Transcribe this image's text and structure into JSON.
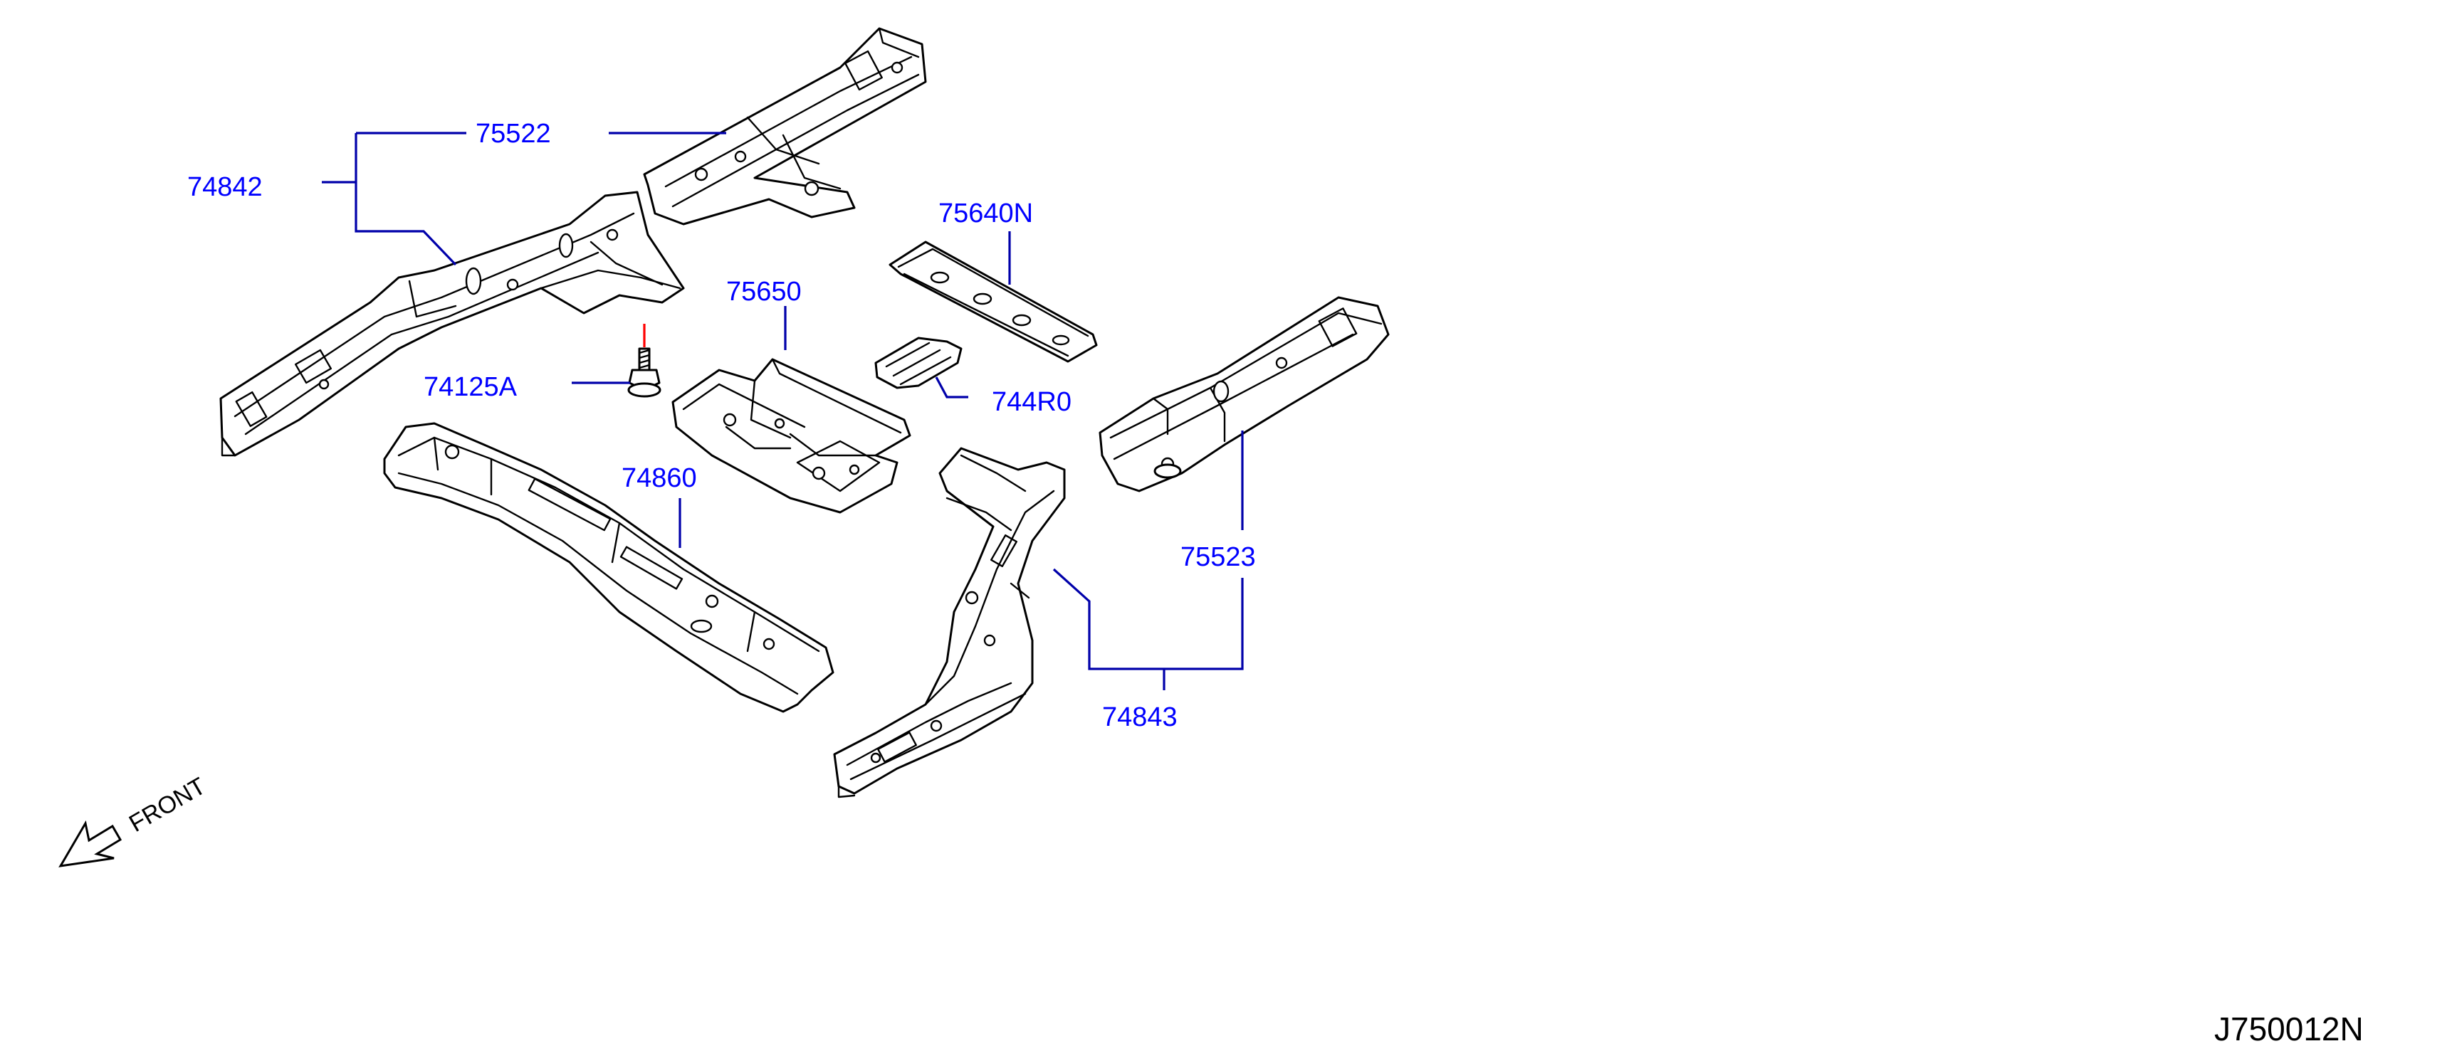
{
  "diagram": {
    "reference_code": "J750012N",
    "orientation_label": "FRONT",
    "colors": {
      "label": "#0000ff",
      "leader": "#0000aa",
      "fastener_leader": "#ff0000",
      "outline": "#000000"
    },
    "parts": [
      {
        "id": "p75522",
        "number": "75522"
      },
      {
        "id": "p74842",
        "number": "74842"
      },
      {
        "id": "p75640N",
        "number": "75640N"
      },
      {
        "id": "p75650",
        "number": "75650"
      },
      {
        "id": "p744R0",
        "number": "744R0"
      },
      {
        "id": "p74125A",
        "number": "74125A"
      },
      {
        "id": "p74860",
        "number": "74860"
      },
      {
        "id": "p75523",
        "number": "75523"
      },
      {
        "id": "p74843",
        "number": "74843"
      }
    ]
  }
}
